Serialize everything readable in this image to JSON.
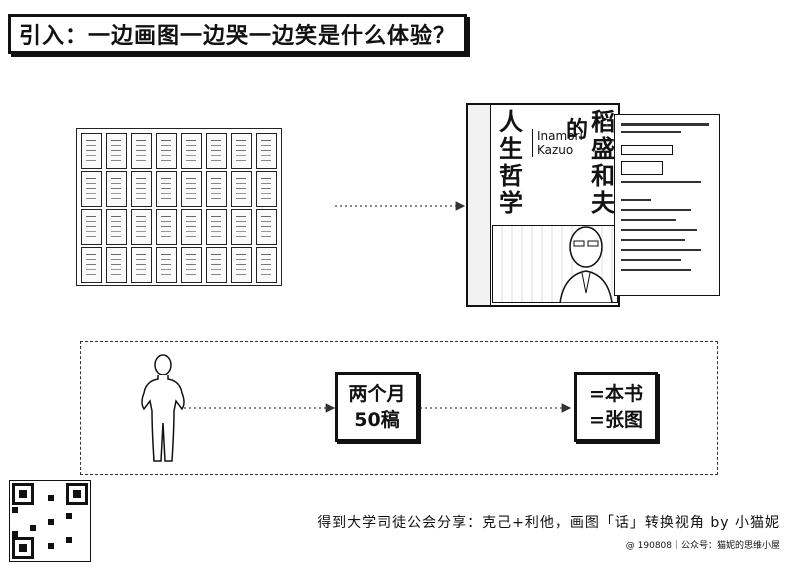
{
  "title": "引入：一边画图一边哭一边笑是什么体验？",
  "book": {
    "title_col1": "人生哲学",
    "title_col2": "稻盛和夫",
    "title_of": "的",
    "romaji_line1": "Inamori",
    "romaji_line2": "Kazuo"
  },
  "box1": {
    "line1": "两个月",
    "line2": "50稿"
  },
  "box2": {
    "line1": "=本书",
    "line2": "=张图"
  },
  "footer": {
    "main": "得到大学司徒公会分享：克己+利他，画图「话」转换视角 by 小猫妮",
    "small": "@ 190808｜公众号：猫妮的思维小屋"
  },
  "icons": [
    "qr-code-icon",
    "person-figure-icon",
    "arrow-right-icon"
  ]
}
